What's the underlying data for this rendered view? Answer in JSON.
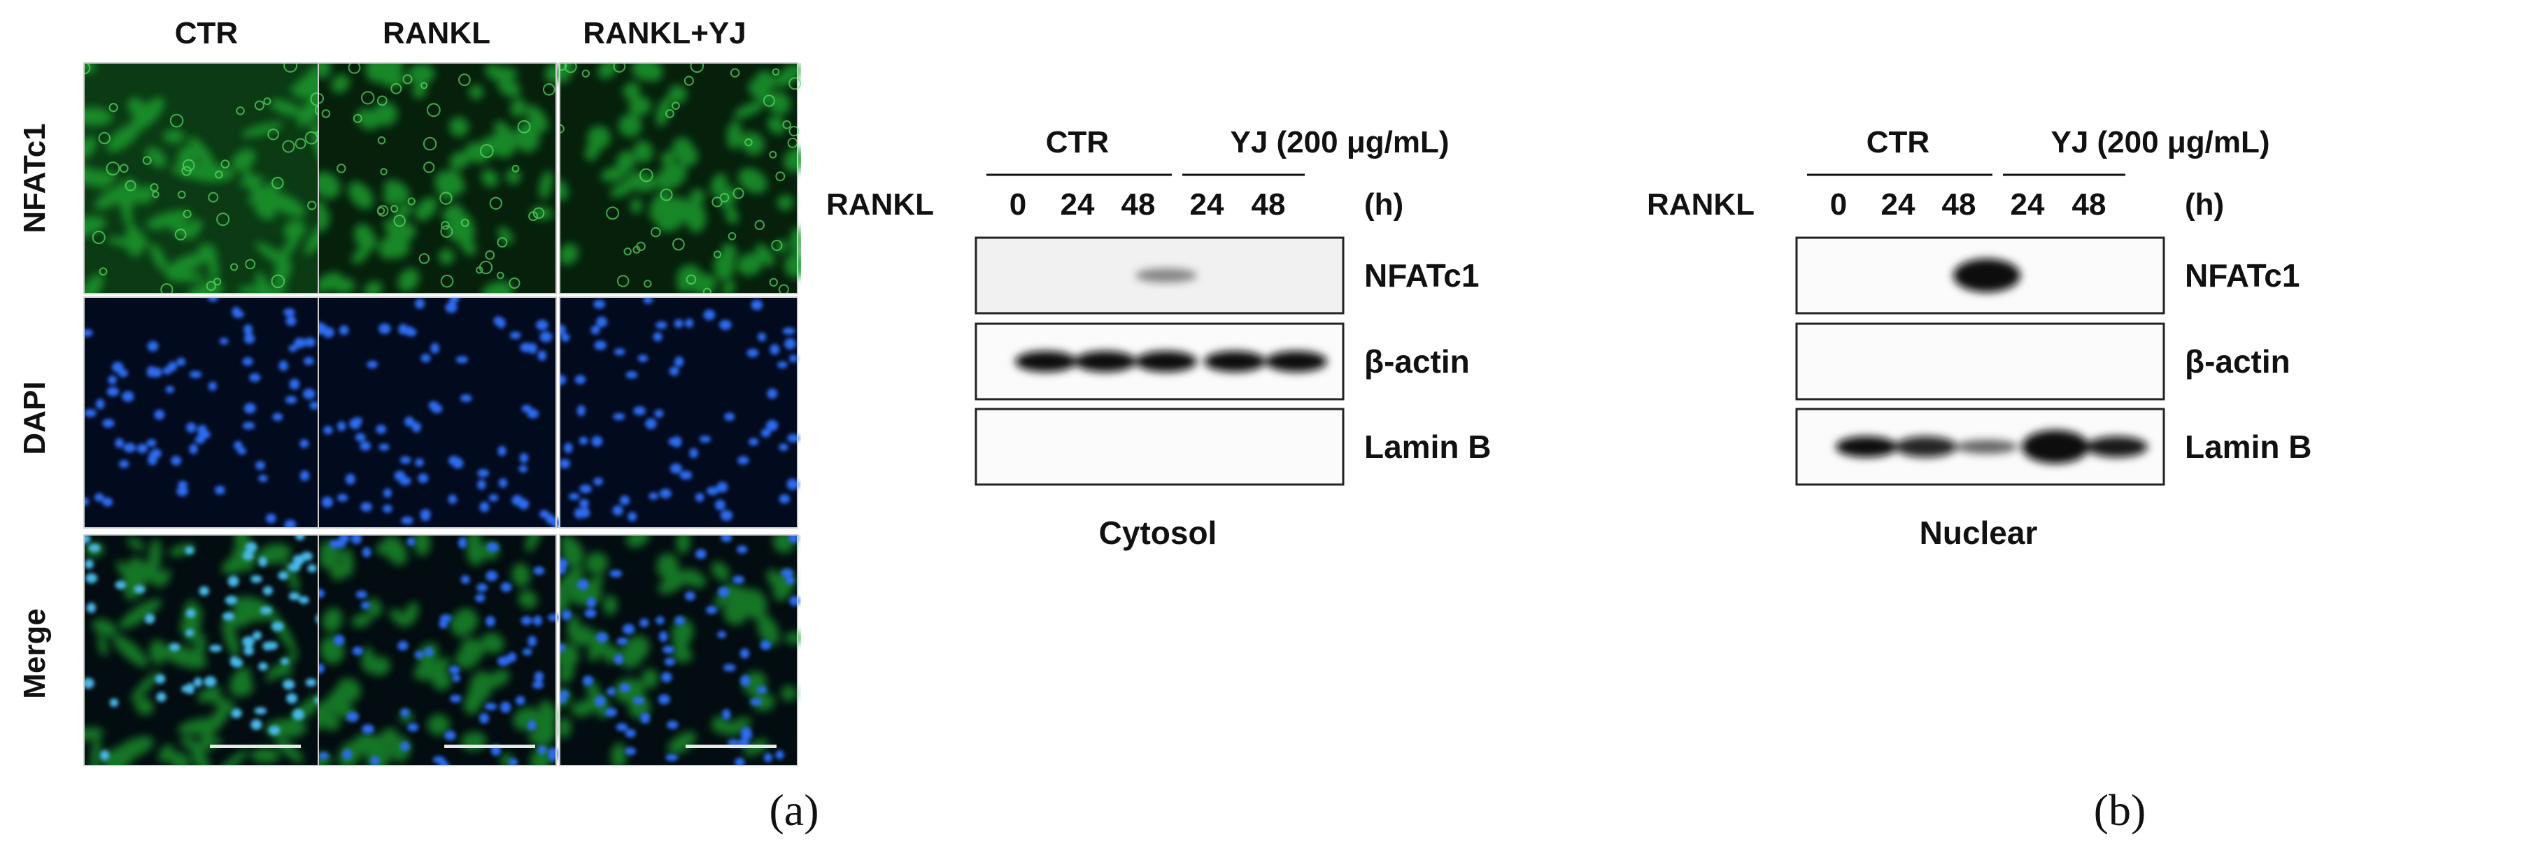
{
  "panel_a": {
    "caption": "(a)",
    "columns": [
      "CTR",
      "RANKL",
      "RANKL+YJ"
    ],
    "rows": [
      "NFATc1",
      "DAPI",
      "Merge"
    ],
    "colors": {
      "nfatc1_stain": "#1f9a2e",
      "dapi_stain": "#2d6cf0",
      "background": "#04140a"
    }
  },
  "panel_b": {
    "caption": "(b)",
    "blots": [
      {
        "fraction": "Cytosol",
        "group_ctr": "CTR",
        "group_yj": "YJ (200 μg/mL)",
        "treatment_label": "RANKL",
        "time_points": [
          "0",
          "24",
          "48",
          "24",
          "48"
        ],
        "time_unit": "(h)",
        "proteins": [
          "NFATc1",
          "β-actin",
          "Lamin B"
        ]
      },
      {
        "fraction": "Nuclear",
        "group_ctr": "CTR",
        "group_yj": "YJ (200 μg/mL)",
        "treatment_label": "RANKL",
        "time_points": [
          "0",
          "24",
          "48",
          "24",
          "48"
        ],
        "time_unit": "(h)",
        "proteins": [
          "NFATc1",
          "β-actin",
          "Lamin B"
        ]
      }
    ]
  }
}
